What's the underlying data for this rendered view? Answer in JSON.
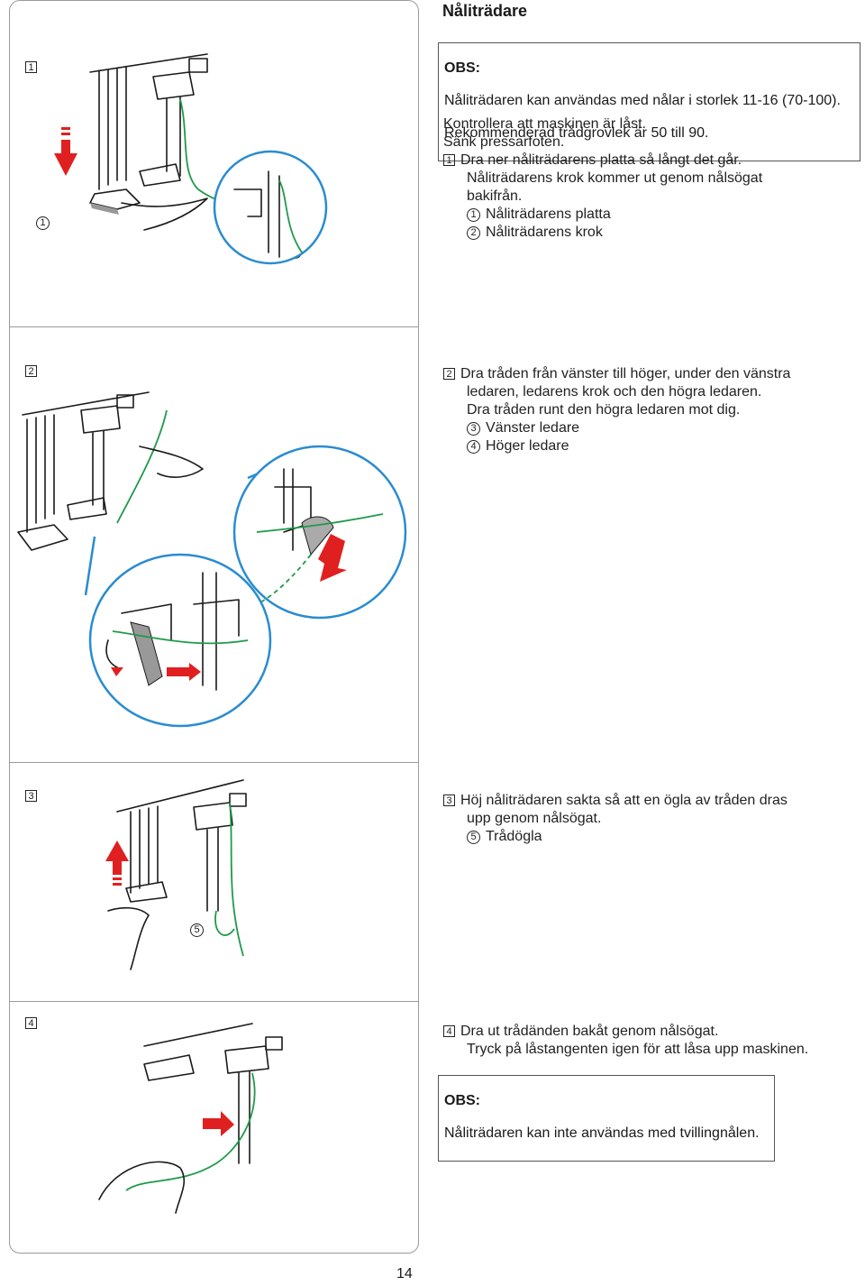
{
  "page": {
    "title": "Nåliträdare",
    "page_number": "14"
  },
  "steps": [
    {
      "number": "1",
      "obs": {
        "heading": "OBS:",
        "lines": [
          "Nåliträdaren kan användas med nålar i storlek 11-16 (70-100).",
          "Rekommenderad trådgrovlek är 50 till 90."
        ]
      },
      "lines": [
        "Kontrollera att maskinen är låst.",
        "Sänk pressarfoten."
      ],
      "instruction": "Dra ner nåliträdarens platta så långt det går.",
      "detail_lines": [
        "Nåliträdarens krok kommer ut genom nålsögat",
        "bakifrån."
      ],
      "labels": [
        {
          "number": "1",
          "text": "Nåliträdarens platta"
        },
        {
          "number": "2",
          "text": "Nåliträdarens krok"
        }
      ]
    },
    {
      "number": "2",
      "instruction_lines": [
        "Dra tråden från vänster till höger, under den vänstra",
        "ledaren, ledarens krok och den högra ledaren.",
        "Dra tråden runt den högra ledaren mot dig."
      ],
      "labels": [
        {
          "number": "3",
          "text": "Vänster ledare"
        },
        {
          "number": "4",
          "text": "Höger ledare"
        }
      ]
    },
    {
      "number": "3",
      "instruction_lines": [
        "Höj nåliträdaren sakta så att en ögla av tråden dras",
        "upp genom nålsögat."
      ],
      "labels": [
        {
          "number": "5",
          "text": "Trådögla"
        }
      ]
    },
    {
      "number": "4",
      "instruction_lines": [
        "Dra ut trådänden bakåt genom nålsögat.",
        "Tryck på låstangenten igen för att låsa upp maskinen."
      ],
      "obs": {
        "heading": "OBS:",
        "lines": [
          "Nåliträdaren kan inte användas med tvillingnålen."
        ]
      }
    }
  ],
  "colors": {
    "thread": "#1f9a4a",
    "arrow": "#e02020",
    "zoom_circle": "#2a8cd0",
    "border": "#9a9a9a"
  }
}
